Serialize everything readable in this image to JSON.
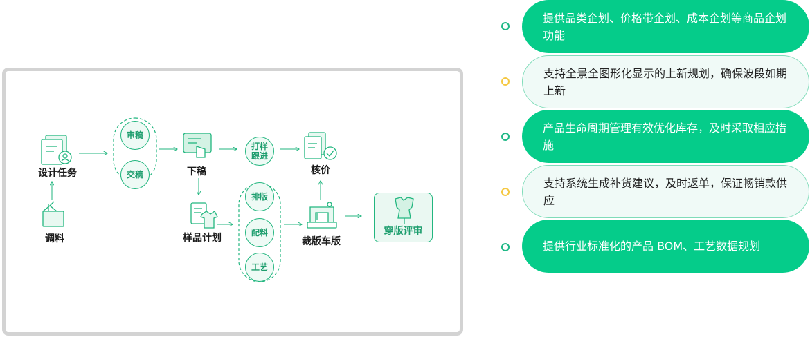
{
  "flow": {
    "design_task": "设计任务",
    "materials": "调料",
    "review_draft": "审稿",
    "submit_draft": "交稿",
    "issue_draft": "下稿",
    "sample_follow_up": "打样\n跟进",
    "pricing": "核价",
    "sample_plan": "样品计划",
    "typesetting": "排版",
    "accessories": "配料",
    "craft": "工艺",
    "cutting_sewing": "裁版车版",
    "fitting_review": "穿版评审"
  },
  "features": [
    {
      "text": "提供品类企划、价格带企划、成本企划等商品企划功能",
      "style": "solid",
      "dot": "green"
    },
    {
      "text": "支持全景全图形化显示的上新规划，确保波段如期上新",
      "style": "light",
      "dot": "yellow"
    },
    {
      "text": "产品生命周期管理有效优化库存，及时采取相应措施",
      "style": "solid",
      "dot": "green"
    },
    {
      "text": "支持系统生成补货建议，及时返单，保证畅销款供应",
      "style": "light",
      "dot": "yellow"
    },
    {
      "text": "提供行业标准化的产品 BOM、工艺数据规划",
      "style": "solid",
      "dot": "green"
    }
  ],
  "colors": {
    "accent": "#05cc8a",
    "line": "#22b67f",
    "light_card": "#f0faf7",
    "yellow_dot": "#f5c842"
  }
}
